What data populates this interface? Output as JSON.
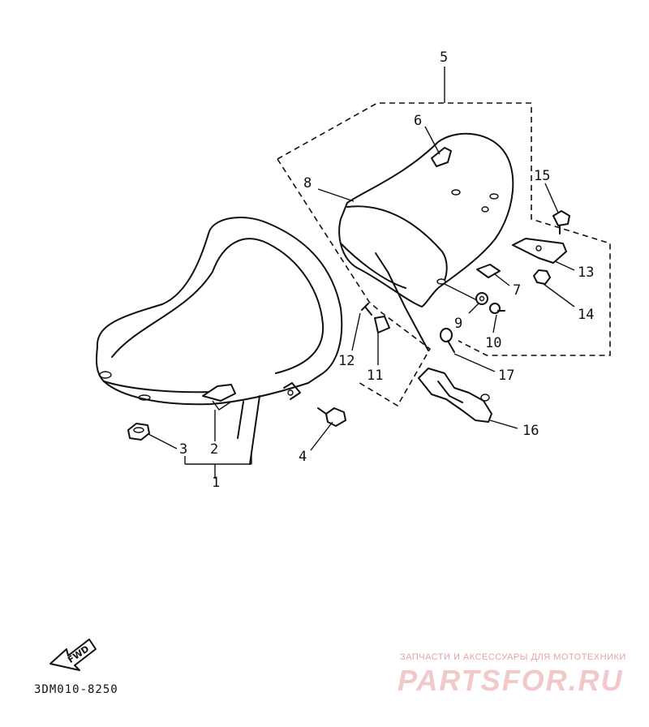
{
  "callouts": {
    "c1": "1",
    "c2": "2",
    "c3": "3",
    "c4": "4",
    "c5": "5",
    "c6": "6",
    "c7": "7",
    "c8": "8",
    "c9": "9",
    "c10": "10",
    "c11": "11",
    "c12": "12",
    "c13": "13",
    "c14": "14",
    "c15": "15",
    "c16": "16",
    "c17": "17"
  },
  "diagram_code": "3DM010-8250",
  "fwd_label": "FWD",
  "watermark": {
    "tagline": "ЗАПЧАСТИ И АКСЕССУАРЫ ДЛЯ МОТОТЕХНИКИ",
    "logo": "PARTSFOR.RU"
  }
}
